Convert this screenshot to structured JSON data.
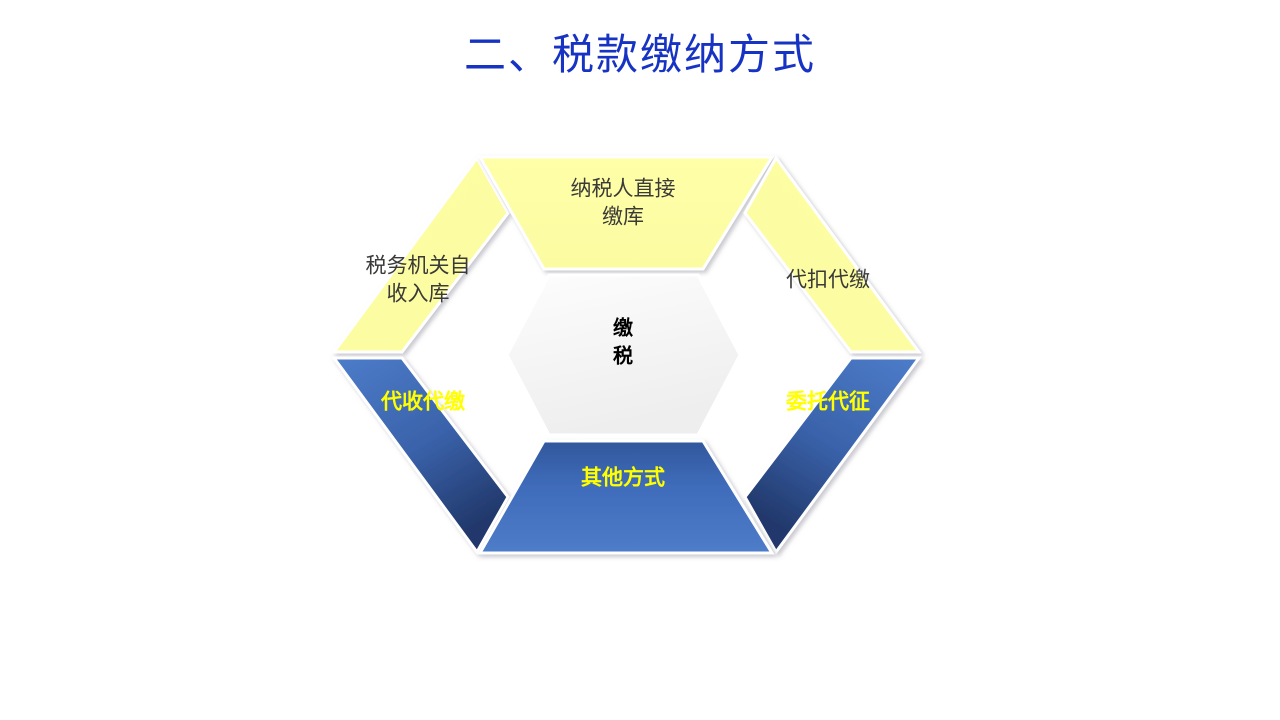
{
  "slide": {
    "title": "二、税款缴纳方式",
    "title_color": "#1733c4",
    "background_color": "#ffffff"
  },
  "diagram": {
    "name": "hexagon-six-segment-diagram",
    "center": {
      "label_line1": "缴",
      "label_line2": "税",
      "text_color": "#000000",
      "fill_color": "#f7f7f7"
    },
    "palette": {
      "yellow_light": "#ffffa8",
      "yellow_dark": "#f4f49a",
      "blue_light": "#4472c4",
      "blue_dark": "#26417a",
      "bevel": "#ffffff",
      "edge_shadow": "#b8b8c4",
      "yellow_text": "#3a3a38",
      "blue_text": "#ffff00"
    },
    "segments": [
      {
        "id": "segment-top",
        "label_line1": "纳税人直接",
        "label_line2": "缴库",
        "fill": "yellow",
        "text_color": "#3a3a38"
      },
      {
        "id": "segment-upper-left",
        "label_line1": "税务机关自",
        "label_line2": "收入库",
        "fill": "yellow",
        "text_color": "#3a3a38"
      },
      {
        "id": "segment-upper-right",
        "label_line1": "代扣代缴",
        "label_line2": "",
        "fill": "yellow",
        "text_color": "#3a3a38"
      },
      {
        "id": "segment-lower-left",
        "label_line1": "代收代缴",
        "label_line2": "",
        "fill": "blue",
        "text_color": "#ffff00"
      },
      {
        "id": "segment-lower-right",
        "label_line1": "委托代征",
        "label_line2": "",
        "fill": "blue",
        "text_color": "#ffff00"
      },
      {
        "id": "segment-bottom",
        "label_line1": "其他方式",
        "label_line2": "",
        "fill": "blue",
        "text_color": "#ffff00"
      }
    ]
  }
}
